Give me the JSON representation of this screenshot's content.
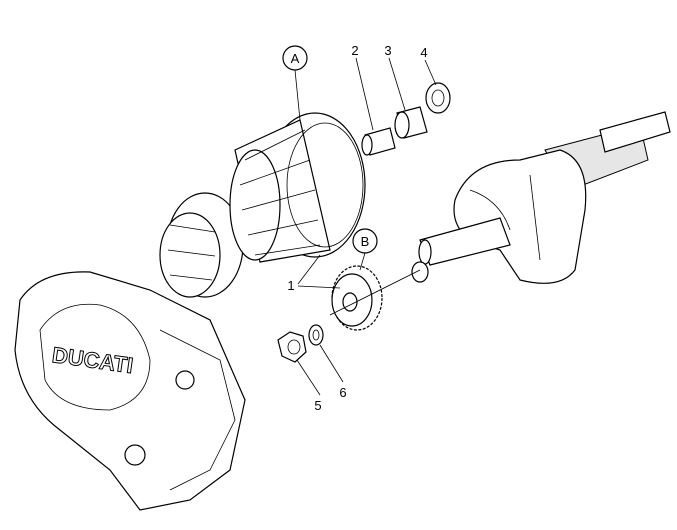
{
  "diagram": {
    "callouts": {
      "A": "A",
      "B": "B",
      "p1": "1",
      "p2": "2",
      "p3": "3",
      "p4": "4",
      "p5": "5",
      "p6": "6"
    },
    "cover_logo": "DUCATI"
  }
}
